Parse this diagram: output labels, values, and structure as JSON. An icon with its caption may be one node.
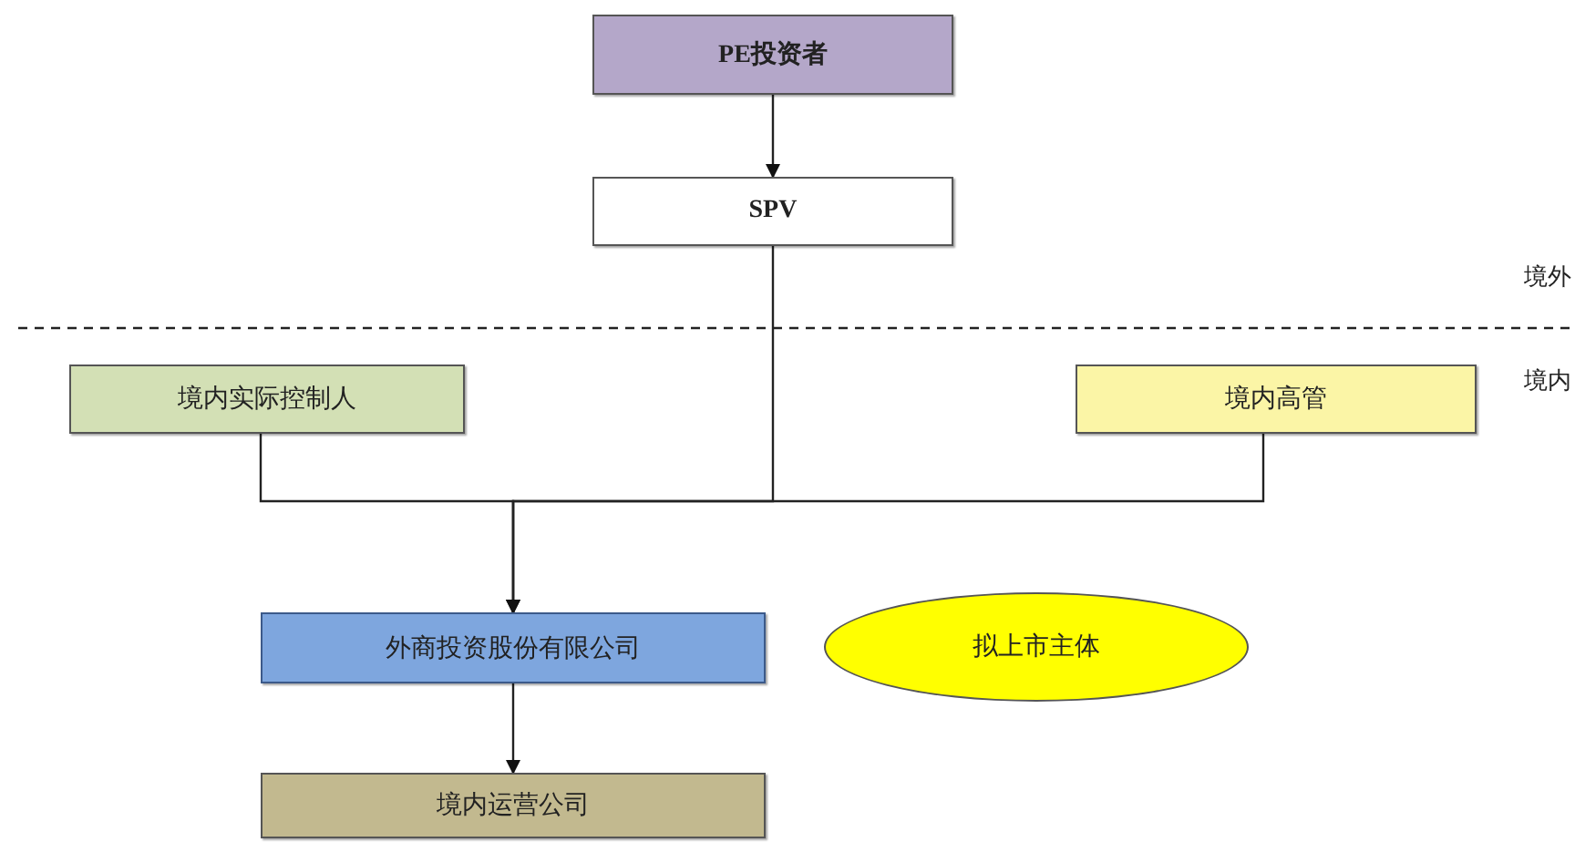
{
  "diagram": {
    "nodes": [
      {
        "text": [
          "PE投资者"
        ]
      },
      {
        "text": [
          "SPV"
        ]
      },
      {
        "text": [
          "境内实际控制人"
        ]
      },
      {
        "text": [
          "境内高管"
        ]
      },
      {
        "text": [
          "外商投资股份有限公司"
        ]
      },
      {
        "text": [
          "拟上市主体"
        ]
      },
      {
        "text": [
          "境内运营公司"
        ]
      }
    ],
    "edges": [
      {
        "from": 0,
        "to": 1,
        "arrow": "to"
      },
      {
        "from": 1,
        "to": 4,
        "arrow": "to"
      },
      {
        "from": 2,
        "to": 4,
        "arrow": "to"
      },
      {
        "from": 3,
        "to": 4,
        "arrow": "to"
      },
      {
        "from": 4,
        "to": 6,
        "arrow": "to"
      }
    ],
    "labels": [
      "境外",
      "境内"
    ]
  }
}
